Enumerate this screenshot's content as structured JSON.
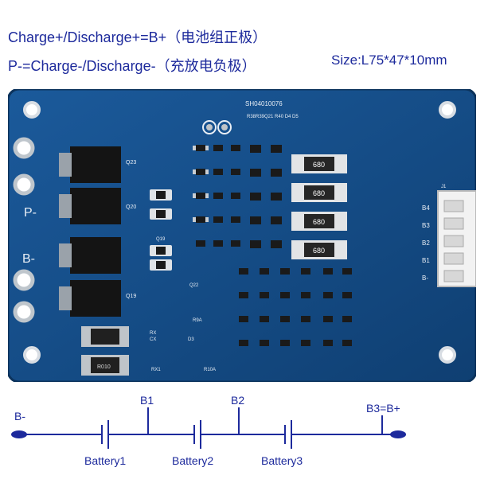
{
  "header": {
    "line1": "Charge+/Discharge+=B+（电池组正极）",
    "line2": "P-=Charge-/Discharge-（充放电负极）",
    "size": "Size:L75*47*10mm"
  },
  "board": {
    "part_number": "SH04010076",
    "silkscreen_top": "R38R39Q21 R40 D4 D5",
    "terminal_left_top": "P-",
    "terminal_left_bottom": "B-",
    "connector_pins": [
      "B4",
      "B3",
      "B2",
      "B1",
      "B-"
    ],
    "connector_id": "J1",
    "resistor_value": "680",
    "shunt_value": "R010",
    "mosfets": [
      "Q23",
      "Q20",
      "Q19"
    ],
    "misc_labels": [
      "Q22",
      "Q19",
      "RX",
      "CX",
      "RX1",
      "D3",
      "R9A",
      "R10A"
    ],
    "colors": {
      "board": "#164f8a",
      "board_edge": "#0f3d6e",
      "silk": "#e8eef5",
      "chip": "#1a1a1a",
      "resistor": "#2b2b2b",
      "pad": "#c0c4c8",
      "header_text": "#1d2a9c"
    }
  },
  "diagram": {
    "labels": {
      "left_terminal": "B-",
      "b1": "B1",
      "b2": "B2",
      "right_terminal": "B3=B+",
      "battery1": "Battery1",
      "battery2": "Battery2",
      "battery3": "Battery3"
    },
    "line_color": "#1d2a9c"
  }
}
